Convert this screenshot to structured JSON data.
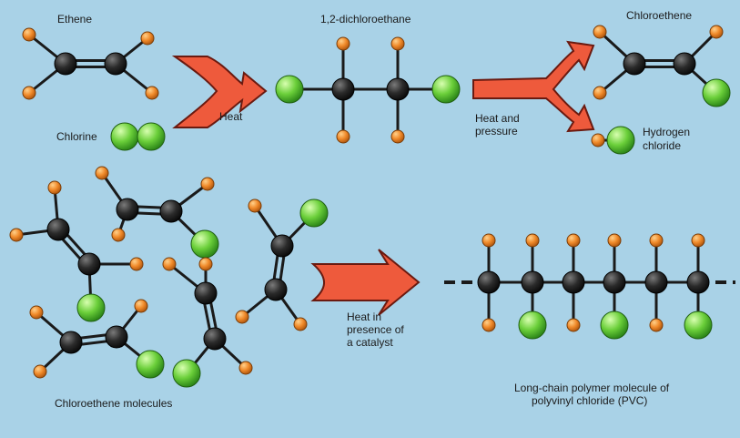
{
  "colors": {
    "background": "#a9d2e7",
    "carbon": "#2b2b2b",
    "hydrogen": "#f08a2a",
    "chlorine": "#6bcf3a",
    "bond": "#1a1a1a",
    "arrow": "#ee5a3c"
  },
  "labels": {
    "ethene": "Ethene",
    "chlorine": "Chlorine",
    "heat": "Heat",
    "dichloroethane": "1,2-dichloroethane",
    "heat_and_pressure_1": "Heat and",
    "heat_and_pressure_2": "pressure",
    "chloroethene": "Chloroethene",
    "hydrogen_chloride_1": "Hydrogen",
    "hydrogen_chloride_2": "chloride",
    "heat_catalyst_1": "Heat in",
    "heat_catalyst_2": "presence of",
    "heat_catalyst_3": "a catalyst",
    "chloroethene_molecules": "Chloroethene molecules",
    "pvc_1": "Long-chain polymer molecule of",
    "pvc_2": "polyvinyl chloride (PVC)"
  },
  "molecules": [
    {
      "name": "ethene-molecule",
      "atoms": [
        [
          "C",
          72,
          70
        ],
        [
          "C",
          127,
          70
        ],
        [
          "H",
          32,
          38
        ],
        [
          "H",
          32,
          102
        ],
        [
          "H",
          162,
          42
        ],
        [
          "H",
          167,
          102
        ]
      ],
      "bonds": [
        [
          0,
          1,
          2
        ],
        [
          0,
          2,
          1
        ],
        [
          0,
          3,
          1
        ],
        [
          1,
          4,
          1
        ],
        [
          1,
          5,
          1
        ]
      ]
    },
    {
      "name": "chlorine-molecule",
      "atoms": [
        [
          "Cl",
          137,
          150
        ],
        [
          "Cl",
          166,
          150
        ]
      ],
      "bonds": [
        [
          0,
          1,
          1
        ]
      ]
    },
    {
      "name": "dichloroethane-molecule",
      "atoms": [
        [
          "C",
          377,
          98
        ],
        [
          "C",
          437,
          98
        ],
        [
          "Cl",
          318,
          98
        ],
        [
          "Cl",
          490,
          98
        ],
        [
          "H",
          377,
          48
        ],
        [
          "H",
          377,
          150
        ],
        [
          "H",
          437,
          48
        ],
        [
          "H",
          437,
          150
        ]
      ],
      "bonds": [
        [
          0,
          1,
          1
        ],
        [
          0,
          2,
          1
        ],
        [
          1,
          3,
          1
        ],
        [
          0,
          4,
          1
        ],
        [
          0,
          5,
          1
        ],
        [
          1,
          6,
          1
        ],
        [
          1,
          7,
          1
        ]
      ]
    },
    {
      "name": "chloroethene-product",
      "atoms": [
        [
          "C",
          697,
          70
        ],
        [
          "C",
          752,
          70
        ],
        [
          "H",
          659,
          35
        ],
        [
          "H",
          659,
          102
        ],
        [
          "H",
          787,
          35
        ],
        [
          "Cl",
          787,
          102
        ]
      ],
      "bonds": [
        [
          0,
          1,
          2
        ],
        [
          0,
          2,
          1
        ],
        [
          0,
          3,
          1
        ],
        [
          1,
          4,
          1
        ],
        [
          1,
          5,
          1
        ]
      ]
    },
    {
      "name": "hydrogen-chloride-molecule",
      "atoms": [
        [
          "H",
          657,
          154
        ],
        [
          "Cl",
          682,
          154
        ]
      ],
      "bonds": [
        [
          0,
          1,
          1
        ]
      ]
    },
    {
      "name": "chloroethene-molecule-1",
      "atoms": [
        [
          "C",
          140,
          230
        ],
        [
          "C",
          188,
          232
        ],
        [
          "H",
          112,
          190
        ],
        [
          "H",
          130,
          258
        ],
        [
          "H",
          228,
          202
        ],
        [
          "Cl",
          225,
          268
        ]
      ],
      "bonds": [
        [
          0,
          1,
          2
        ],
        [
          0,
          2,
          1
        ],
        [
          0,
          3,
          1
        ],
        [
          1,
          4,
          1
        ],
        [
          1,
          5,
          1
        ]
      ]
    },
    {
      "name": "chloroethene-molecule-2",
      "atoms": [
        [
          "C",
          64,
          252
        ],
        [
          "C",
          98,
          290
        ],
        [
          "H",
          60,
          206
        ],
        [
          "H",
          18,
          258
        ],
        [
          "H",
          150,
          290
        ],
        [
          "Cl",
          100,
          338
        ]
      ],
      "bonds": [
        [
          0,
          1,
          2
        ],
        [
          0,
          2,
          1
        ],
        [
          0,
          3,
          1
        ],
        [
          1,
          4,
          1
        ],
        [
          1,
          5,
          1
        ]
      ]
    },
    {
      "name": "chloroethene-molecule-3",
      "atoms": [
        [
          "C",
          78,
          376
        ],
        [
          "C",
          128,
          370
        ],
        [
          "H",
          40,
          343
        ],
        [
          "H",
          44,
          408
        ],
        [
          "H",
          155,
          336
        ],
        [
          "Cl",
          165,
          400
        ]
      ],
      "bonds": [
        [
          0,
          1,
          2
        ],
        [
          0,
          2,
          1
        ],
        [
          0,
          3,
          1
        ],
        [
          1,
          4,
          1
        ],
        [
          1,
          5,
          1
        ]
      ]
    },
    {
      "name": "chloroethene-molecule-4",
      "atoms": [
        [
          "C",
          226,
          322
        ],
        [
          "C",
          236,
          372
        ],
        [
          "H",
          186,
          290
        ],
        [
          "H",
          226,
          290
        ],
        [
          "H",
          270,
          404
        ],
        [
          "Cl",
          205,
          410
        ]
      ],
      "bonds": [
        [
          0,
          1,
          2
        ],
        [
          0,
          2,
          1
        ],
        [
          0,
          3,
          1
        ],
        [
          1,
          4,
          1
        ],
        [
          1,
          5,
          1
        ]
      ]
    },
    {
      "name": "chloroethene-molecule-5",
      "atoms": [
        [
          "C",
          310,
          270
        ],
        [
          "C",
          303,
          318
        ],
        [
          "H",
          280,
          226
        ],
        [
          "Cl",
          345,
          234
        ],
        [
          "H",
          266,
          348
        ],
        [
          "H",
          330,
          356
        ]
      ],
      "bonds": [
        [
          0,
          1,
          2
        ],
        [
          0,
          2,
          1
        ],
        [
          0,
          3,
          1
        ],
        [
          1,
          4,
          1
        ],
        [
          1,
          5,
          1
        ]
      ]
    },
    {
      "name": "pvc-polymer-chain",
      "atoms": [
        [
          "C",
          537,
          310
        ],
        [
          "C",
          585,
          310
        ],
        [
          "C",
          630,
          310
        ],
        [
          "C",
          675,
          310
        ],
        [
          "C",
          721,
          310
        ],
        [
          "C",
          767,
          310
        ],
        [
          "H",
          537,
          264
        ],
        [
          "H",
          585,
          264
        ],
        [
          "H",
          630,
          264
        ],
        [
          "H",
          675,
          264
        ],
        [
          "H",
          721,
          264
        ],
        [
          "H",
          767,
          264
        ],
        [
          "H",
          537,
          357
        ],
        [
          "Cl",
          585,
          357
        ],
        [
          "H",
          630,
          357
        ],
        [
          "Cl",
          675,
          357
        ],
        [
          "H",
          721,
          357
        ],
        [
          "Cl",
          767,
          357
        ]
      ],
      "bonds": [
        [
          0,
          1,
          1
        ],
        [
          1,
          2,
          1
        ],
        [
          2,
          3,
          1
        ],
        [
          3,
          4,
          1
        ],
        [
          4,
          5,
          1
        ],
        [
          0,
          6,
          1
        ],
        [
          1,
          7,
          1
        ],
        [
          2,
          8,
          1
        ],
        [
          3,
          9,
          1
        ],
        [
          4,
          10,
          1
        ],
        [
          5,
          11,
          1
        ],
        [
          0,
          12,
          1
        ],
        [
          1,
          13,
          1
        ],
        [
          2,
          14,
          1
        ],
        [
          3,
          15,
          1
        ],
        [
          4,
          16,
          1
        ],
        [
          5,
          17,
          1
        ]
      ]
    }
  ]
}
